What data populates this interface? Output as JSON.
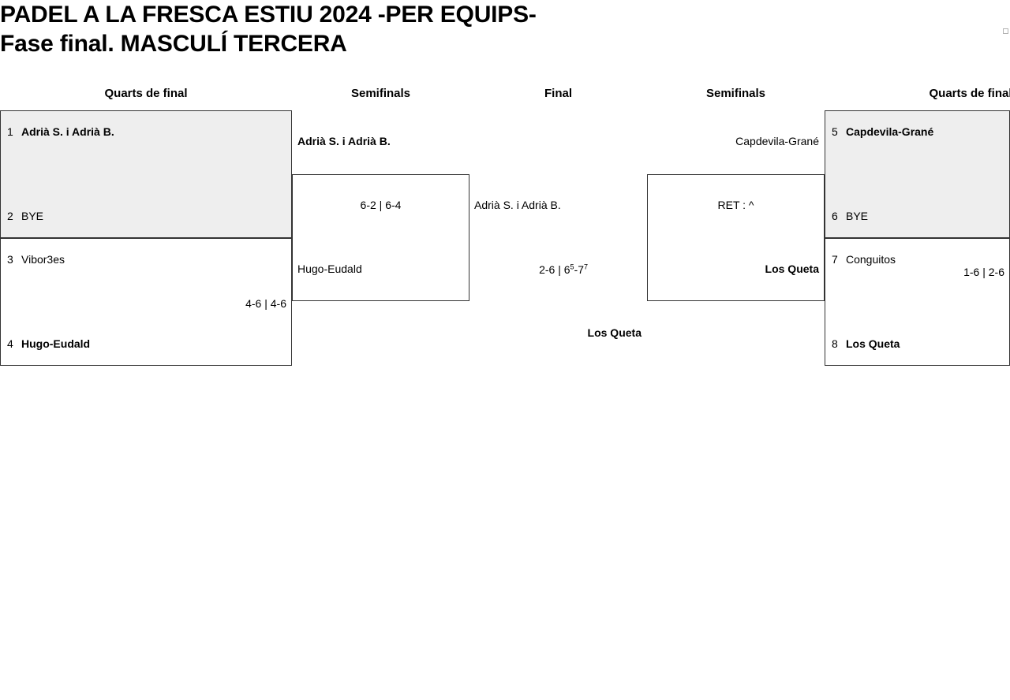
{
  "page": {
    "title_line1": "PADEL A LA FRESCA ESTIU 2024 -PER EQUIPS-",
    "title_line2": "Fase final. MASCULÍ TERCERA",
    "corner_marker": "resize-handle-icon"
  },
  "headers": {
    "qf_left": "Quarts de final",
    "sf_left": "Semifinals",
    "final": "Final",
    "sf_right": "Semifinals",
    "qf_right": "Quarts de final"
  },
  "bracket": {
    "quarterfinals": [
      {
        "id": "qf1",
        "shaded": true,
        "top": {
          "seed": "1",
          "player": "Adrià S. i Adrià B.",
          "winner": true
        },
        "bottom": {
          "seed": "2",
          "player": "BYE",
          "winner": false
        },
        "score": ""
      },
      {
        "id": "qf2",
        "shaded": false,
        "top": {
          "seed": "3",
          "player": "Vibor3es",
          "winner": false
        },
        "bottom": {
          "seed": "4",
          "player": "Hugo-Eudald",
          "winner": true
        },
        "score": "4-6 | 4-6"
      },
      {
        "id": "qf3",
        "shaded": true,
        "top": {
          "seed": "5",
          "player": "Capdevila-Grané",
          "winner": true
        },
        "bottom": {
          "seed": "6",
          "player": "BYE",
          "winner": false
        },
        "score": ""
      },
      {
        "id": "qf4",
        "shaded": false,
        "top": {
          "seed": "7",
          "player": "Conguitos",
          "winner": false
        },
        "bottom": {
          "seed": "8",
          "player": "Los Queta",
          "winner": true
        },
        "score": "1-6 | 2-6"
      }
    ],
    "semifinal_left": {
      "top_player": "Adrià S. i Adrià B.",
      "top_winner": true,
      "bottom_player": "Hugo-Eudald",
      "bottom_winner": false,
      "score": "6-2 | 6-4"
    },
    "semifinal_right": {
      "top_player": "Capdevila-Grané",
      "top_winner": false,
      "bottom_player": "Los Queta",
      "bottom_winner": true,
      "score": "RET : ^"
    },
    "final": {
      "left_player": "Adrià S. i Adrià B.",
      "score_main": "2-6 | 6",
      "score_sup1": "5",
      "score_mid": "-7",
      "score_sup2": "7",
      "champion": "Los Queta"
    }
  }
}
